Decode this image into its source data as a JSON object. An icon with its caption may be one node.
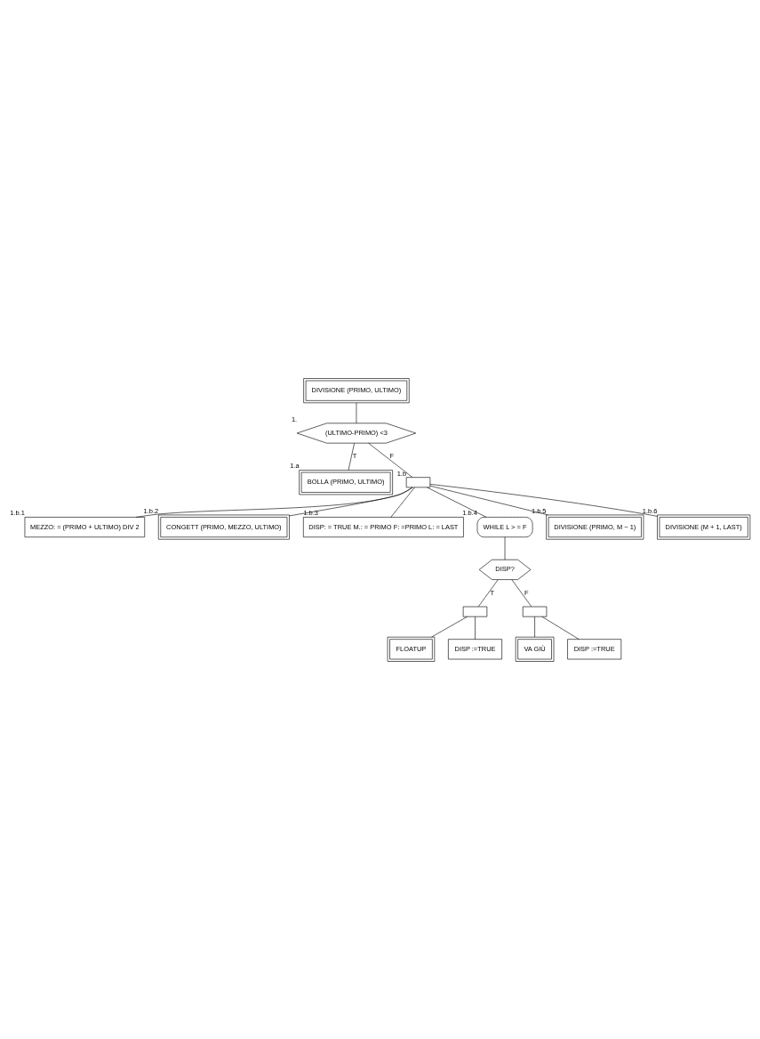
{
  "diagram": {
    "nodes": [
      {
        "text": [
          "DIVISIONE (PRIMO, ULTIMO)"
        ]
      },
      {
        "text": [
          "(ULTIMO-PRIMO) <3"
        ],
        "beside": [
          "1."
        ]
      },
      {
        "text": [
          "BOLLA (PRIMO, ULTIMO)"
        ],
        "beside": [
          "1.a"
        ]
      },
      {
        "text": [],
        "shape": "box",
        "beside": [
          "1.b"
        ]
      },
      {
        "text": [
          "MEZZO: = (PRIMO + ULTIMO) DIV 2"
        ],
        "beside": [
          "1.b.1"
        ]
      },
      {
        "text": [
          "CONGETT (PRIMO, MEZZO, ULTIMO)"
        ],
        "beside": [
          "1.b.2"
        ]
      },
      {
        "text": [
          "DISP: = TRUE M.: = PRIMO F: =PRIMO L: = LAST"
        ],
        "beside": [
          "1.b.3"
        ]
      },
      {
        "text": [
          "WHILE L > = F"
        ],
        "beside": [
          "1.b.4"
        ]
      },
      {
        "text": [
          "DIVISIONE (PRIMO, M − 1)"
        ],
        "beside": [
          "1.b.5"
        ]
      },
      {
        "text": [
          "DIVISIONE (M + 1, LAST)"
        ],
        "beside": [
          "1.b.6"
        ]
      },
      {
        "text": [
          "DISP?"
        ]
      },
      {
        "text": [],
        "shape": "box"
      },
      {
        "text": [],
        "shape": "box"
      },
      {
        "text": [
          "FLOATUP"
        ]
      },
      {
        "text": [
          "DISP :=TRUE"
        ]
      },
      {
        "text": [
          "VA GIÙ"
        ]
      },
      {
        "text": [
          "DISP :=TRUE"
        ]
      }
    ],
    "edges": [
      {
        "from": 0,
        "to": 1,
        "arrow": "none"
      },
      {
        "from": 1,
        "to": 2,
        "arrow": "none",
        "label": "T"
      },
      {
        "from": 1,
        "to": 3,
        "arrow": "none",
        "label": "F"
      },
      {
        "from": 3,
        "to": 4,
        "arrow": "none"
      },
      {
        "from": 3,
        "to": 5,
        "arrow": "none"
      },
      {
        "from": 3,
        "to": 6,
        "arrow": "none"
      },
      {
        "from": 3,
        "to": 7,
        "arrow": "none"
      },
      {
        "from": 3,
        "to": 8,
        "arrow": "none"
      },
      {
        "from": 3,
        "to": 9,
        "arrow": "none"
      },
      {
        "from": 7,
        "to": 10,
        "arrow": "none"
      },
      {
        "from": 10,
        "to": 11,
        "arrow": "none",
        "label": "T"
      },
      {
        "from": 10,
        "to": 12,
        "arrow": "none",
        "label": "F"
      },
      {
        "from": 11,
        "to": 13,
        "arrow": "none"
      },
      {
        "from": 11,
        "to": 14,
        "arrow": "none"
      },
      {
        "from": 12,
        "to": 15,
        "arrow": "none"
      },
      {
        "from": 12,
        "to": 16,
        "arrow": "none"
      }
    ]
  }
}
